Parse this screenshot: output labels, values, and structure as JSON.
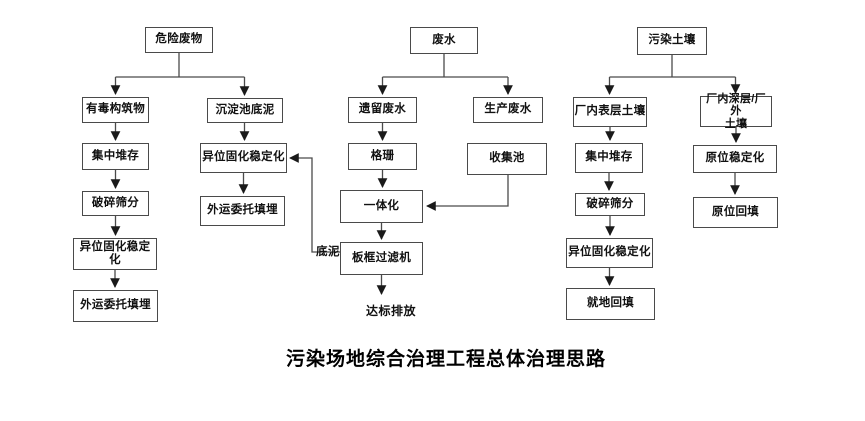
{
  "title": "污染场地综合治理工程总体治理思路",
  "colors": {
    "border": "#4a4a4a",
    "text": "#111111",
    "background": "#ffffff"
  },
  "sections": {
    "hazardous_waste": {
      "root": "危险废物",
      "toxic_structures": "有毒构筑物",
      "central_storage": "集中堆存",
      "crush_screen": "破碎筛分",
      "ex_situ_solidification": "异位固化稳定化",
      "offsite_landfill": "外运委托填埋",
      "sediment_tank_sludge": "沉淀池底泥",
      "sludge_ex_situ_solidification": "异位固化稳定化",
      "sludge_offsite_landfill": "外运委托填埋"
    },
    "wastewater": {
      "root": "废水",
      "legacy_wastewater": "遗留废水",
      "production_wastewater": "生产废水",
      "bar_screen": "格珊",
      "collection_pool": "收集池",
      "integrated_unit": "一体化",
      "plate_frame_filter": "板框过滤机",
      "standard_discharge": "达标排放",
      "sludge_edge_label": "底泥"
    },
    "polluted_soil": {
      "root": "污染土壤",
      "surface_soil": "厂内表层土壤",
      "deep_outside_soil": "厂内深层/厂外\n土壤",
      "central_storage": "集中堆存",
      "crush_screen": "破碎筛分",
      "ex_situ_solidification": "异位固化稳定化",
      "onsite_backfill": "就地回填",
      "in_situ_stabilization": "原位稳定化",
      "in_situ_backfill": "原位回填"
    }
  }
}
